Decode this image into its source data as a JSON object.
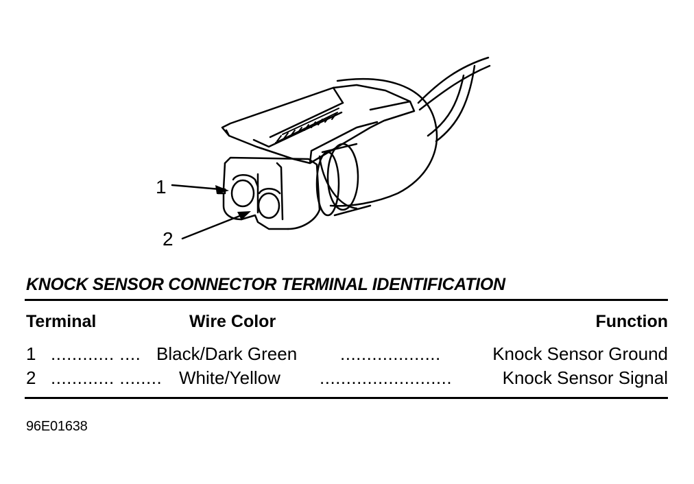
{
  "callouts": {
    "one": "1",
    "two": "2"
  },
  "table": {
    "title": "KNOCK SENSOR CONNECTOR TERMINAL IDENTIFICATION",
    "headers": {
      "terminal": "Terminal",
      "wire_color": "Wire Color",
      "function": "Function"
    },
    "rows": [
      {
        "terminal": "1",
        "leader_a": "............ ....",
        "wire_color": "Black/Dark Green",
        "leader_b": "...................",
        "function": "Knock Sensor Ground"
      },
      {
        "terminal": "2",
        "leader_a": "............ ........",
        "wire_color": "White/Yellow",
        "leader_b": ".........................",
        "function": "Knock Sensor Signal"
      }
    ]
  },
  "figure_id": "96E01638",
  "colors": {
    "ink": "#000000",
    "paper": "#ffffff"
  }
}
